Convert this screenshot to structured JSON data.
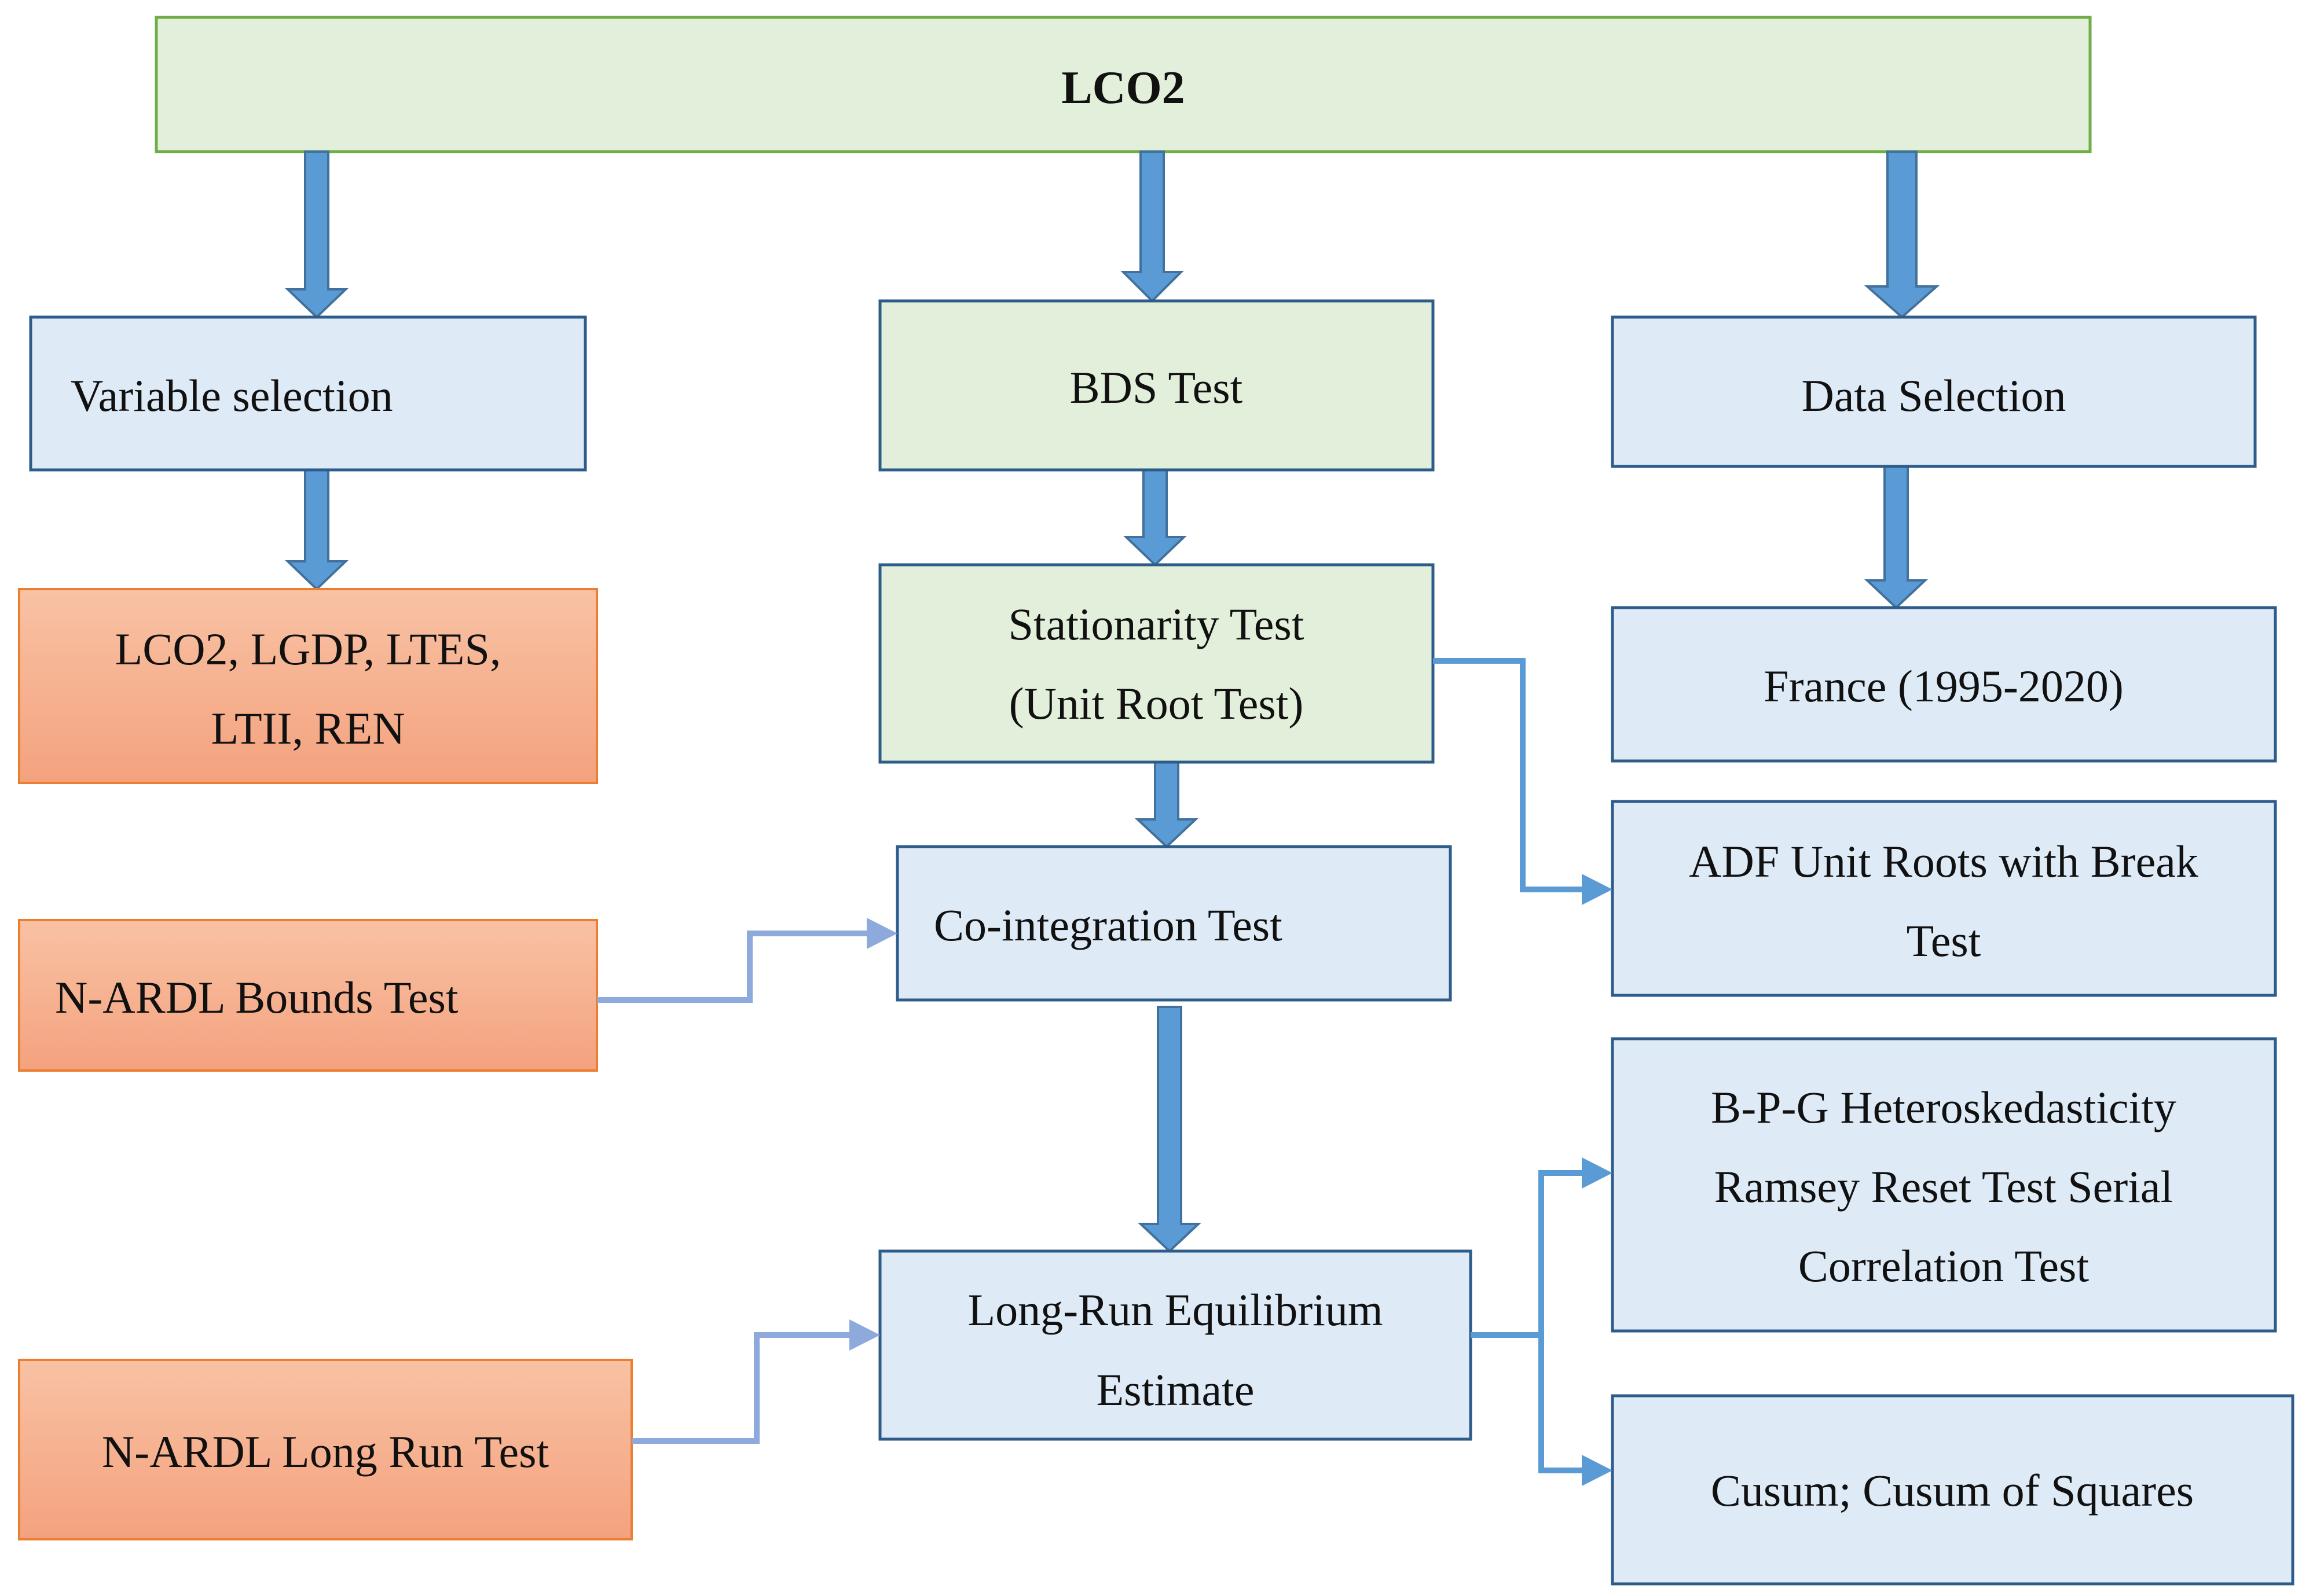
{
  "title": "LCO2",
  "left": {
    "variable_selection": "Variable selection",
    "variables": [
      "LCO2, LGDP, LTES,",
      "LTII, REN"
    ],
    "bounds_test": "N-ARDL Bounds Test",
    "long_run_test": "N-ARDL Long Run Test"
  },
  "middle": {
    "bds_test": "BDS Test",
    "stationarity": [
      "Stationarity Test",
      "(Unit Root Test)"
    ],
    "cointegration": "Co-integration Test",
    "long_run_equilibrium": [
      "Long-Run Equilibrium",
      "Estimate"
    ]
  },
  "right": {
    "data_selection": "Data Selection",
    "country": "France (1995-2020)",
    "adf_test": [
      "ADF Unit Roots with Break",
      "Test"
    ],
    "diagnostics": [
      "B-P-G Heteroskedasticity",
      "Ramsey Reset Test Serial",
      "Correlation Test"
    ],
    "stability": "Cusum; Cusum of Squares"
  },
  "colors": {
    "green_fill": "#E2EFDA",
    "green_border": "#70AD47",
    "blue_fill": "#DEEAF6",
    "blue_border": "#2E5C8A",
    "orange_fill_top": "#F8CBAD",
    "orange_fill_bottom": "#F4A582",
    "orange_border": "#ED7D31",
    "arrow_blue": "#5B9BD5",
    "arrow_blue_dark": "#41719C",
    "connector_light": "#8EA9DB"
  }
}
